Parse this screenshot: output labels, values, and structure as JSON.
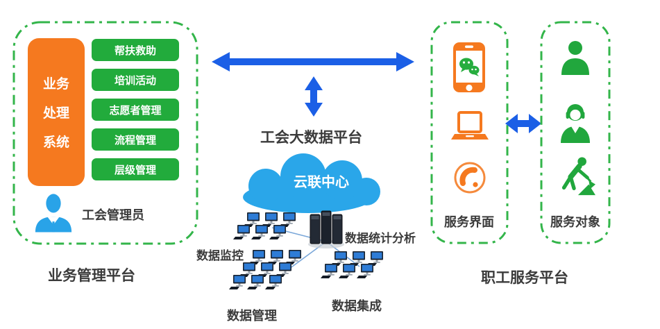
{
  "left_platform": {
    "platform_label": "业务管理平台",
    "system_box_lines": [
      "业务",
      "处理",
      "系统"
    ],
    "modules": [
      "帮扶救助",
      "培训活动",
      "志愿者管理",
      "流程管理",
      "层级管理"
    ],
    "admin_label": "工会管理员"
  },
  "center_platform": {
    "title": "工会大数据平台",
    "cloud_label": "云联中心",
    "network_labels": {
      "monitoring": "数据监控",
      "statistics": "数据统计分析",
      "management": "数据管理",
      "integration": "数据集成"
    }
  },
  "right_platform": {
    "platform_label": "职工服务平台",
    "interface_box_label": "服务界面",
    "objects_box_label": "服务对象",
    "interface_icons": [
      "wechat-smartphone",
      "laptop",
      "telephone"
    ],
    "object_icons": [
      "person",
      "female-member",
      "worker-digging"
    ]
  },
  "colors": {
    "module_green": "#22ab3c",
    "dash_border_green": "#33b54a",
    "orange": "#f5791f",
    "arrow_blue": "#1b5fe6",
    "sky_blue": "#2aa6e9",
    "text_dark": "#3b3b3b"
  }
}
